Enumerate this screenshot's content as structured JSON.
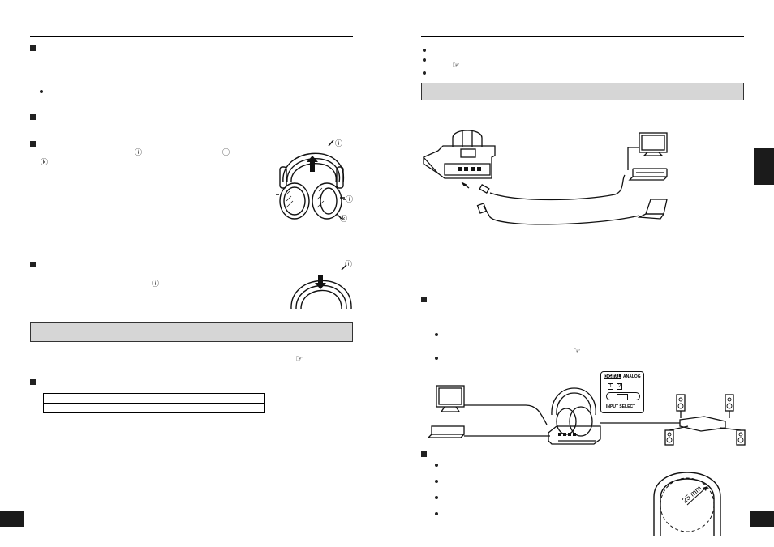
{
  "left_page": {
    "callout_i": "ⓘ",
    "callout_k": "ⓚ",
    "reference_icon": "☞",
    "table": {
      "rows": [
        [
          "",
          ""
        ],
        [
          "",
          ""
        ]
      ]
    }
  },
  "right_page": {
    "reference_icon": "☞",
    "input_select_panel": {
      "digital_label": "DIGITAL",
      "analog_label": "ANALOG",
      "option_1": "1",
      "option_2": "2",
      "caption": "INPUT SELECT"
    },
    "diameter_label": "25 mm"
  },
  "colors": {
    "section_bar": "#d6d6d6",
    "tab": "#1b1b1b",
    "text": "#000000"
  }
}
